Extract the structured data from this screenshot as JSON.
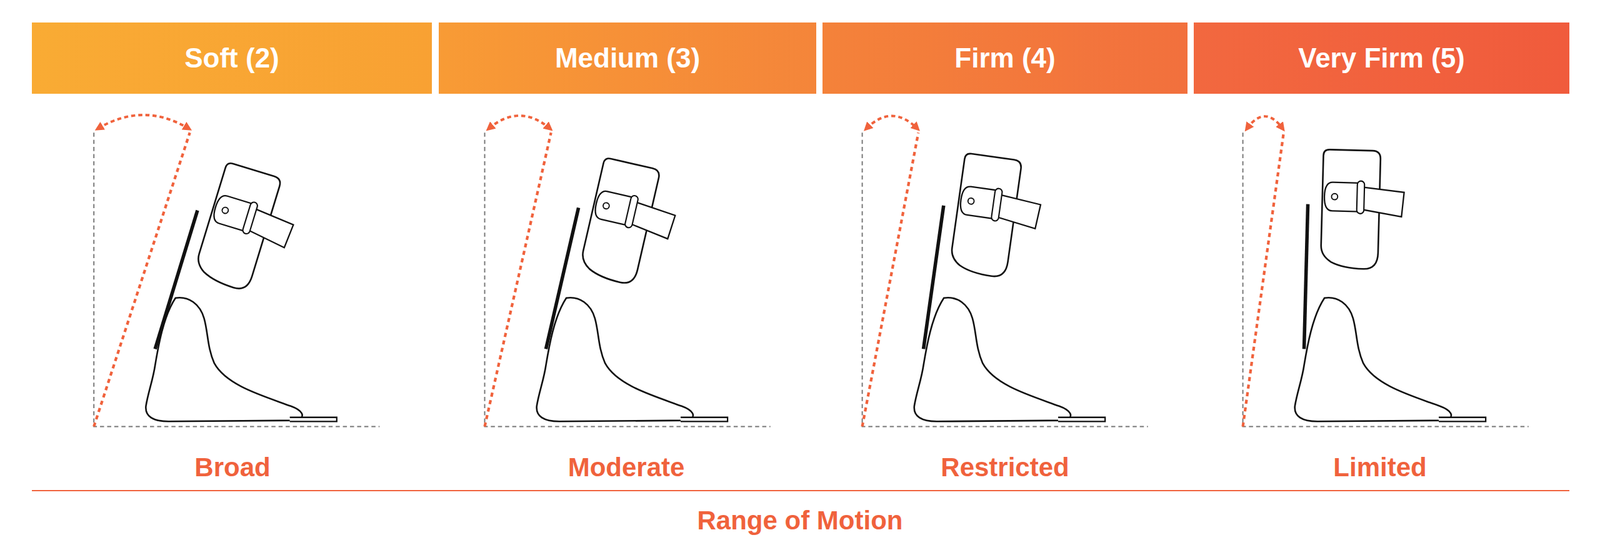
{
  "diagram": {
    "nodes": [
      {
        "text": [
          "Soft (2)"
        ]
      },
      {
        "text": [
          "Medium (3)"
        ]
      },
      {
        "text": [
          "Firm (4)"
        ]
      },
      {
        "text": [
          "Very Firm (5)"
        ]
      }
    ],
    "labels": [
      "Broad",
      "Moderate",
      "Restricted",
      "Limited",
      "Range of Motion"
    ]
  }
}
